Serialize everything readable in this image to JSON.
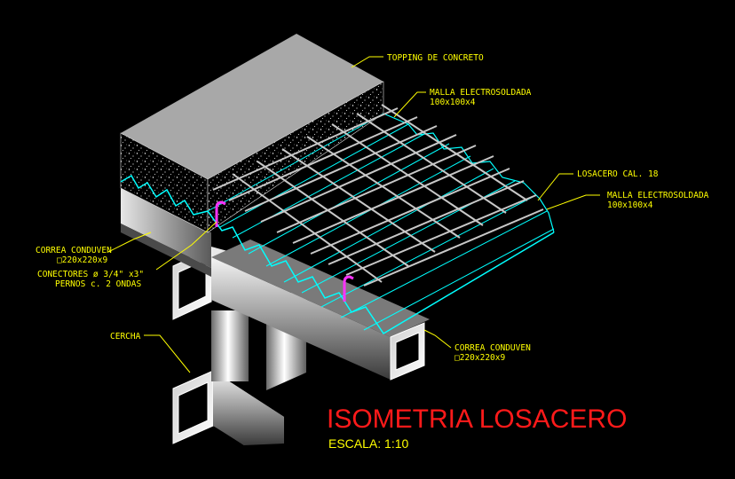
{
  "title": "ISOMETRIA LOSACERO",
  "scale": "ESCALA:  1:10",
  "labels": {
    "topping": "TOPPING DE CONCRETO",
    "malla1_l1": "MALLA ELECTROSOLDADA",
    "malla1_l2": "100x100x4",
    "losacero": "LOSACERO CAL. 18",
    "malla2_l1": "MALLA ELECTROSOLDADA",
    "malla2_l2": "100x100x4",
    "correa1_l1": "CORREA CONDUVEN",
    "correa1_l2": "□220x220x9",
    "conectores_l1": "CONECTORES ø 3/4\" x3\"",
    "conectores_l2": "PERNOS c. 2 ONDAS",
    "cercha": "CERCHA",
    "correa2_l1": "CORREA CONDUVEN",
    "correa2_l2": "□220x220x9"
  },
  "colors": {
    "background": "#000000",
    "label": "#ffff00",
    "title": "#ff1a1a",
    "deck": "#00ffff",
    "mesh": "#c8c8c8",
    "connector": "#ff33ff",
    "concrete_top": "#a8a8a8"
  }
}
